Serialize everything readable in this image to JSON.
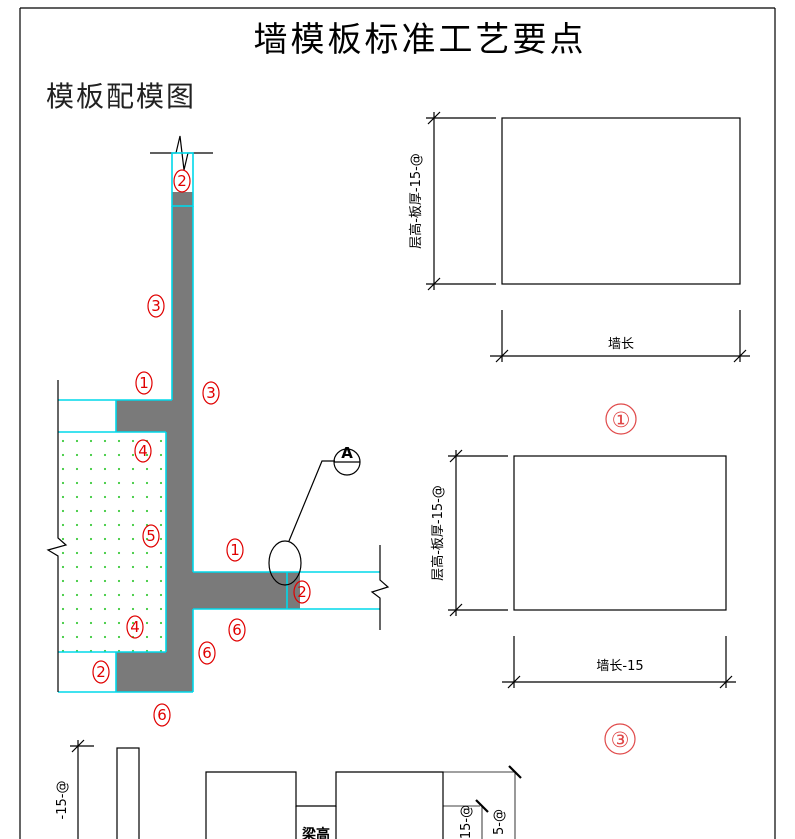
{
  "title": "墙模板标准工艺要点",
  "subtitle": "模板配模图",
  "callouts": {
    "c2": "2",
    "c3": "3",
    "c1": "1",
    "c4": "4",
    "c5": "5",
    "c6": "6"
  },
  "detail_marker": "A",
  "panel1": {
    "height_dim": "层高-板厚-15-@",
    "width_dim": "墙长",
    "label": "①"
  },
  "panel3": {
    "height_dim": "层高-板厚-15-@",
    "width_dim": "墙长-15",
    "label": "③"
  },
  "bottom": {
    "dim_left": "-15-@",
    "dim_mid": "15-@",
    "dim_right": "5-@",
    "beam_label": "梁高"
  },
  "colors": {
    "formwork_edge": "#00d8ea",
    "concrete_fill": "#7a7a7a",
    "callout_red": "#e00000",
    "panel_label_red": "#e04a4a",
    "dot_green": "#3ecb3e"
  }
}
